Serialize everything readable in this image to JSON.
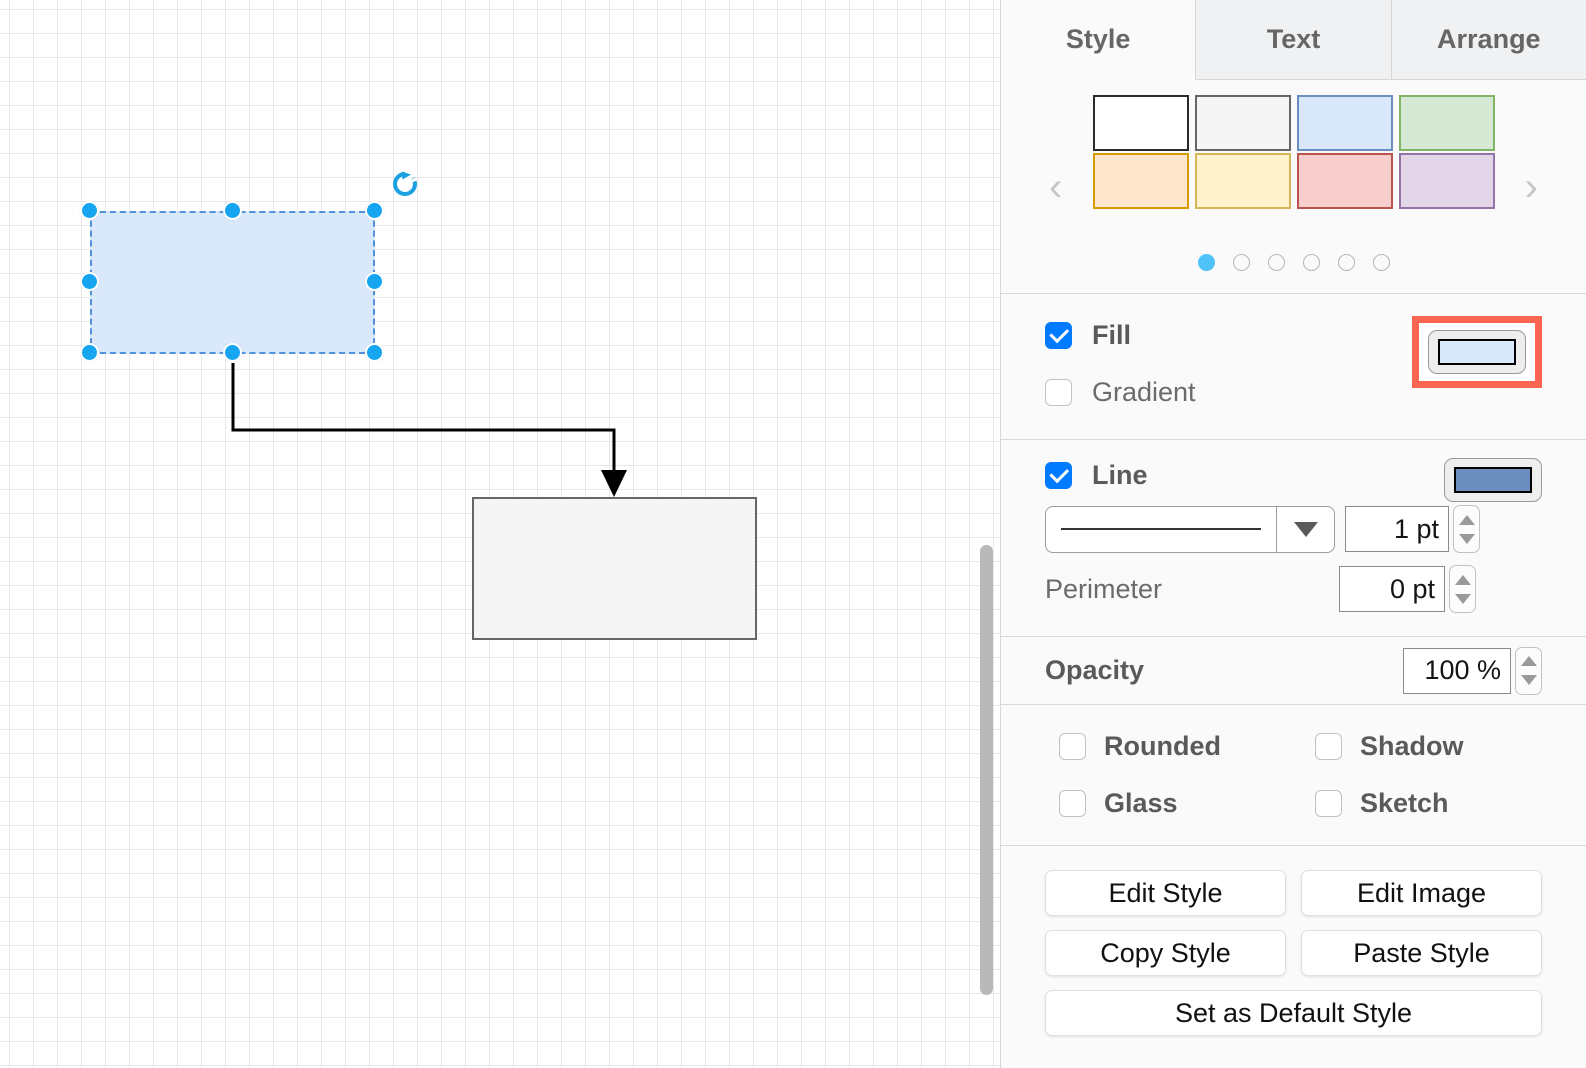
{
  "tabs": [
    {
      "label": "Style",
      "active": true
    },
    {
      "label": "Text",
      "active": false
    },
    {
      "label": "Arrange",
      "active": false
    }
  ],
  "palette": {
    "prev_arrow": "‹",
    "next_arrow": "›",
    "swatches": [
      {
        "name": "white",
        "fill": "#ffffff",
        "stroke": "#2b2b2b"
      },
      {
        "name": "gray",
        "fill": "#f5f5f5",
        "stroke": "#666666"
      },
      {
        "name": "blue",
        "fill": "#dae8fc",
        "stroke": "#6c8ebf"
      },
      {
        "name": "green",
        "fill": "#d5e8d4",
        "stroke": "#82b366"
      },
      {
        "name": "orange",
        "fill": "#ffe6cc",
        "stroke": "#d79b00"
      },
      {
        "name": "yellow",
        "fill": "#fff2cc",
        "stroke": "#d6b656"
      },
      {
        "name": "red",
        "fill": "#f8cecc",
        "stroke": "#b85450"
      },
      {
        "name": "purple",
        "fill": "#e1d5e7",
        "stroke": "#9673a6"
      }
    ],
    "page_count": 6,
    "active_page": 1,
    "active_dot_color": "#4fc3f7"
  },
  "fill": {
    "label": "Fill",
    "checked": true,
    "gradient_label": "Gradient",
    "gradient_checked": false,
    "color": "#dae8fc",
    "highlight_color": "#fa6450"
  },
  "line": {
    "label": "Line",
    "checked": true,
    "color": "#6c8ebf",
    "style_value": "solid",
    "width_value": "1 pt",
    "perimeter_label": "Perimeter",
    "perimeter_value": "0 pt"
  },
  "opacity": {
    "label": "Opacity",
    "value": "100 %"
  },
  "toggles": [
    {
      "label": "Rounded",
      "checked": false
    },
    {
      "label": "Shadow",
      "checked": false
    },
    {
      "label": "Glass",
      "checked": false
    },
    {
      "label": "Sketch",
      "checked": false
    }
  ],
  "buttons": {
    "edit_style": "Edit Style",
    "edit_image": "Edit Image",
    "copy_style": "Copy Style",
    "paste_style": "Paste Style",
    "set_default": "Set as Default Style"
  },
  "canvas": {
    "selected_shape": {
      "fill": "#dae8fc",
      "stroke": "#6c8ebf",
      "selection_color": "#3399ff",
      "handle_color": "#16a5f0",
      "rotate_icon_color": "#1ba1e2"
    },
    "target_shape": {
      "fill": "#f5f5f5",
      "stroke": "#666666"
    },
    "connector": {
      "color": "#000000",
      "arrow": "filled"
    },
    "grid": {
      "minor_color": "#e8e8e8",
      "major_color": "#cfcfcf"
    }
  }
}
